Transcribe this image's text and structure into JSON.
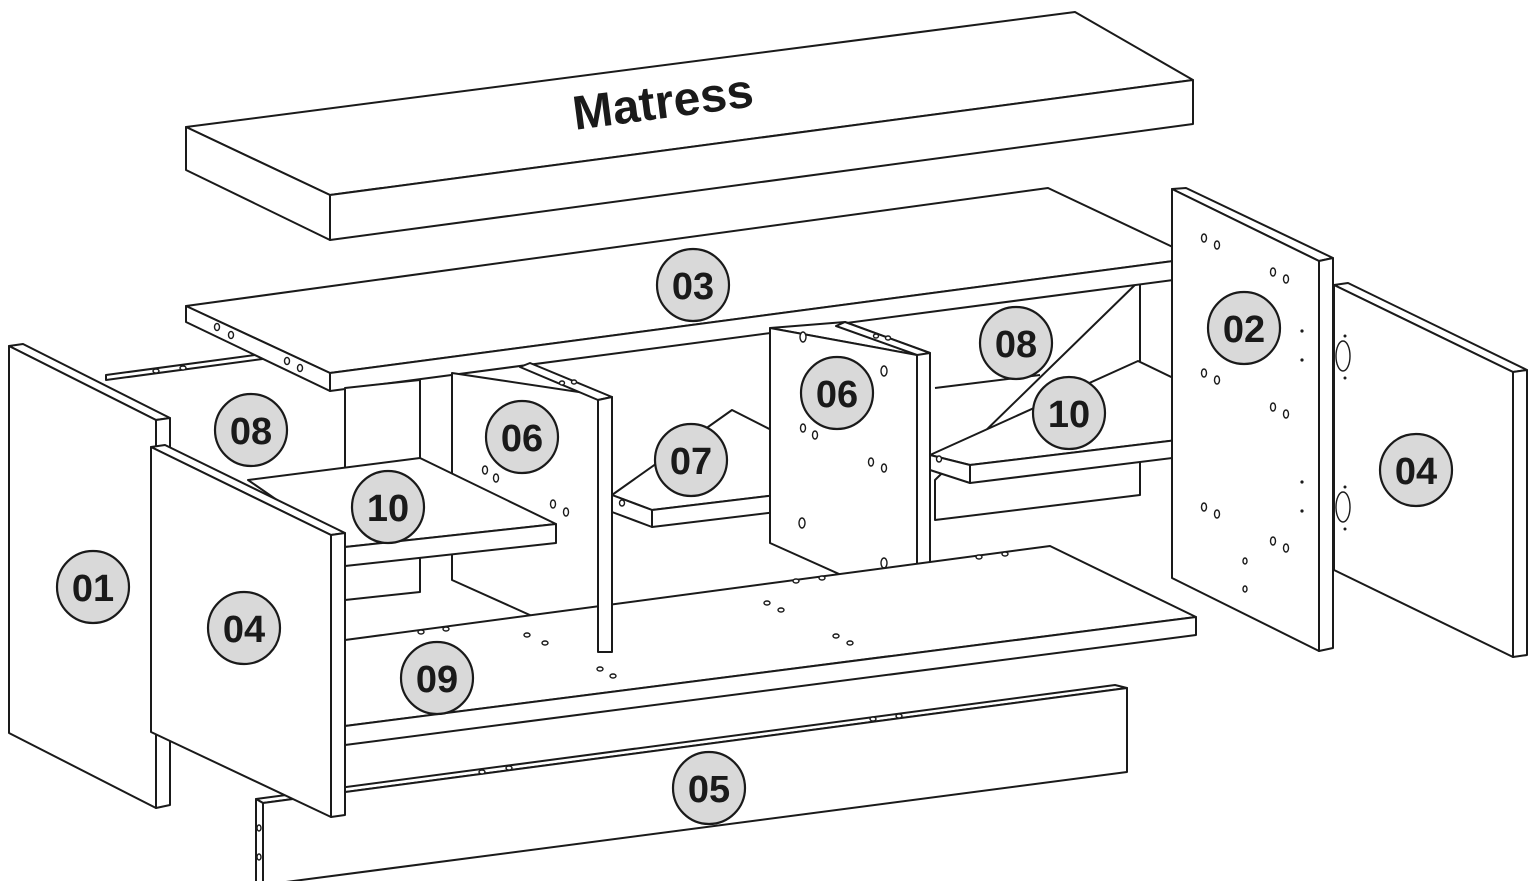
{
  "mattress_label": "Matress",
  "parts": {
    "p01": "01",
    "p02": "02",
    "p03": "03",
    "p04_left": "04",
    "p04_right": "04",
    "p05": "05",
    "p06_left": "06",
    "p06_right": "06",
    "p07": "07",
    "p08_left": "08",
    "p08_right": "08",
    "p09": "09",
    "p10_left": "10",
    "p10_right": "10"
  },
  "colors": {
    "line": "#1a1a1a",
    "badge_fill": "#d9d9d9",
    "panel_fill": "#ffffff"
  }
}
